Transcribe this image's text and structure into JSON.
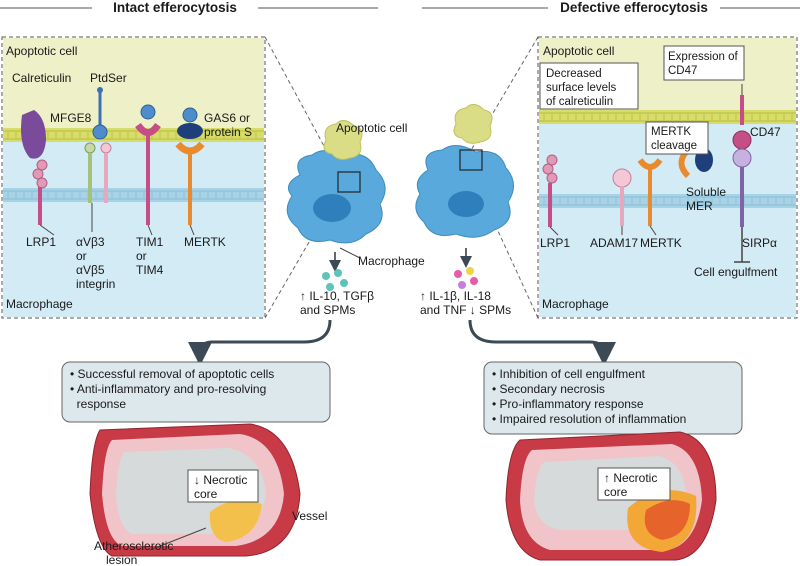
{
  "headers": {
    "left": "Intact efferocytosis",
    "right": "Defective efferocytosis"
  },
  "left_inset": {
    "apoptotic_cell": "Apoptotic cell",
    "macrophage": "Macrophage",
    "calreticulin": "Calreticulin",
    "ptdser": "PtdSer",
    "mfge8": "MFGE8",
    "gas6_l1": "GAS6 or",
    "gas6_l2": "protein S",
    "lrp1": "LRP1",
    "integrin_l1": "αVβ3",
    "integrin_l2": "or",
    "integrin_l3": "αVβ5",
    "integrin_l4": "integrin",
    "tim_l1": "TIM1",
    "tim_l2": "or",
    "tim_l3": "TIM4",
    "mertk": "MERTK"
  },
  "right_inset": {
    "apoptotic_cell": "Apoptotic cell",
    "macrophage": "Macrophage",
    "calret_box_l1": "Decreased",
    "calret_box_l2": "surface levels",
    "calret_box_l3": "of calreticulin",
    "cd47_box_l1": "Expression of",
    "cd47_box_l2": "CD47",
    "mertk_box_l1": "MERTK",
    "mertk_box_l2": "cleavage",
    "cd47": "CD47",
    "soluble_l1": "Soluble",
    "soluble_l2": "MER",
    "lrp1": "LRP1",
    "adam17": "ADAM17",
    "mertk": "MERTK",
    "sirpa": "SIRPα",
    "engulf": "Cell engulfment"
  },
  "center": {
    "apoptotic_cell": "Apoptotic cell",
    "macrophage": "Macrophage",
    "left_out_l1": "↑ IL-10, TGFβ",
    "left_out_l2": "and SPMs",
    "right_out_l1": "↑ IL-1β, IL-18",
    "right_out_l2": "and TNF ↓ SPMs"
  },
  "outcome_left": [
    "• Successful removal of apoptotic cells",
    "• Anti-inflammatory and pro-resolving",
    "  response"
  ],
  "outcome_right": [
    "• Inhibition of cell engulfment",
    "• Secondary necrosis",
    "• Pro-inflammatory response",
    "• Impaired resolution of inflammation"
  ],
  "vessel_left": {
    "core_l1": "↓ Necrotic",
    "core_l2": "core",
    "vessel": "Vessel",
    "lesion_l1": "Atherosclerotic",
    "lesion_l2": "lesion"
  },
  "vessel_right": {
    "core_l1": "↑ Necrotic",
    "core_l2": "core"
  },
  "colors": {
    "apoptotic_bg": "#e8ecb4",
    "macrophage_bg": "#c6e3f0",
    "membrane": "#c9d24a",
    "macrophage_cell": "#5aa9dc",
    "apoptotic_cell": "#d9dd83",
    "outcome_box": "#dde8ec",
    "vessel_outer": "#c83a45",
    "vessel_intima": "#f0c4c8",
    "lumen": "#d6dadb",
    "necrotic_core": "#f3a737"
  }
}
